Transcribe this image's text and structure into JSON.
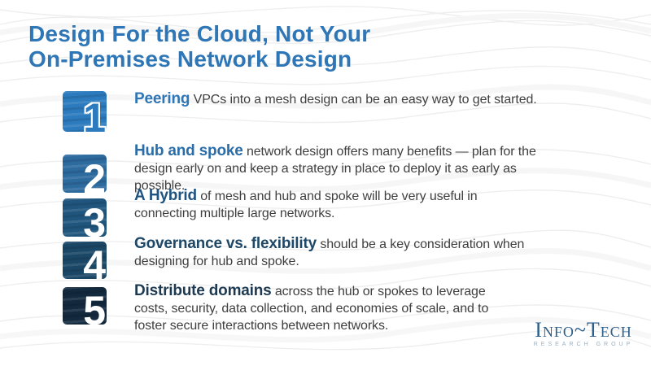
{
  "slide_title": {
    "line1": "Design For the Cloud, Not Your",
    "line2": "On-Premises Network Design",
    "color": "#2E76B5"
  },
  "steps": [
    {
      "number": "1",
      "lead": "Peering",
      "body": "VPCs into a mesh design can be an easy way to get started.",
      "badge_color": "#2B7BBE",
      "lead_color": "#2E76B5"
    },
    {
      "number": "2",
      "lead": "Hub and spoke",
      "body": "network design offers many benefits — plan for the design early on and keep a strategy in place to deploy it as early as possible.",
      "badge_color": "#2D6A9E",
      "lead_color": "#2A6DA8"
    },
    {
      "number": "3",
      "lead": "A Hybrid",
      "body": "of mesh and hub and spoke will be very useful in connecting multiple large networks.",
      "badge_color": "#20567E",
      "lead_color": "#1F5380"
    },
    {
      "number": "4",
      "lead": "Governance vs. flexibility",
      "body": "should be a key consideration when designing for hub and spoke.",
      "badge_color": "#1B4766",
      "lead_color": "#1D4868"
    },
    {
      "number": "5",
      "lead": "Distribute domains",
      "body": "across the hub or spokes to leverage costs, security, data collection, and economies of scale, and to foster secure interactions between networks.",
      "badge_color": "#13293E",
      "lead_color": "#1E3A52"
    }
  ],
  "logo": {
    "brand": "Info~Tech",
    "tagline": "RESEARCH GROUP",
    "brand_color": "#2D5F8B",
    "tagline_color": "#9AAFC2"
  },
  "colors": {
    "background": "#FFFFFF",
    "body_text": "#3F3F3F",
    "wave_line": "#EDEDED"
  }
}
